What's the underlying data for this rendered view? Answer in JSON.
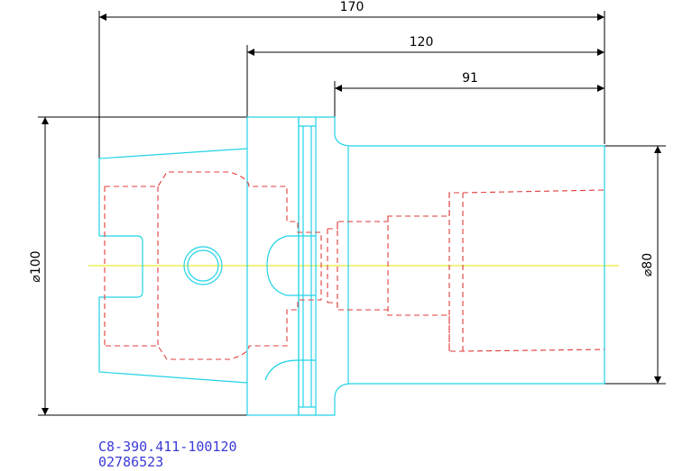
{
  "dimensions": {
    "overall_length": "170",
    "length_from_flange": "120",
    "length_from_collar": "91",
    "flange_diameter": "⌀100",
    "body_diameter": "⌀80"
  },
  "caption": {
    "part_number": "C8-390.411-100120",
    "item_code": "02786523"
  },
  "colors": {
    "outline": "#22d3e6",
    "hidden": "#e03c3c",
    "centerline": "#e6e600",
    "dimension": "#000000",
    "caption": "#3a3ad8"
  }
}
